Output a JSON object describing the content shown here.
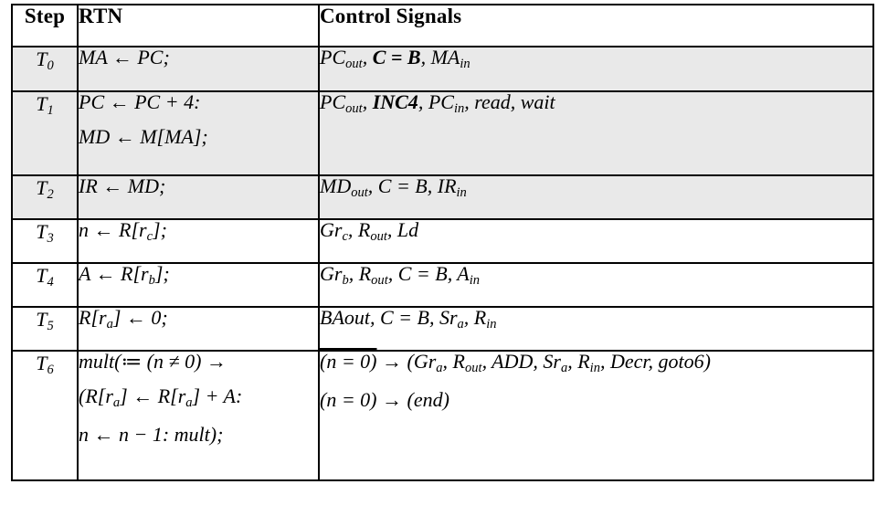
{
  "table": {
    "headers": {
      "step": "Step",
      "rtn": "RTN",
      "control": "Control Signals"
    },
    "rows": [
      {
        "id": "t0",
        "shaded": true,
        "step_base": "T",
        "step_sub": "0",
        "rtn_lines": [
          [
            {
              "t": "MA ← PC;",
              "style": "plain"
            }
          ]
        ],
        "ctrl_lines": [
          [
            {
              "t": "PC",
              "style": "plain"
            },
            {
              "t": "out",
              "style": "sub"
            },
            {
              "t": ", ",
              "style": "plain"
            },
            {
              "t": "C = B",
              "style": "bold"
            },
            {
              "t": ", MA",
              "style": "plain"
            },
            {
              "t": "in",
              "style": "sub"
            }
          ]
        ]
      },
      {
        "id": "t1",
        "shaded": true,
        "step_base": "T",
        "step_sub": "1",
        "rtn_lines": [
          [
            {
              "t": "PC ← PC + 4:",
              "style": "plain"
            }
          ],
          [
            {
              "t": "MD ← M[MA];",
              "style": "plain"
            }
          ]
        ],
        "ctrl_lines": [
          [
            {
              "t": "PC",
              "style": "plain"
            },
            {
              "t": "out",
              "style": "sub"
            },
            {
              "t": ", ",
              "style": "plain"
            },
            {
              "t": "INC4",
              "style": "bold"
            },
            {
              "t": ", PC",
              "style": "plain"
            },
            {
              "t": "in",
              "style": "sub"
            },
            {
              "t": ", read, wait",
              "style": "plain"
            }
          ]
        ]
      },
      {
        "id": "t2",
        "shaded": true,
        "step_base": "T",
        "step_sub": "2",
        "rtn_lines": [
          [
            {
              "t": "IR ← MD;",
              "style": "plain"
            }
          ]
        ],
        "ctrl_lines": [
          [
            {
              "t": "MD",
              "style": "plain"
            },
            {
              "t": "out",
              "style": "sub"
            },
            {
              "t": ", C = B, IR",
              "style": "plain"
            },
            {
              "t": "in",
              "style": "sub"
            }
          ]
        ]
      },
      {
        "id": "t3",
        "shaded": false,
        "step_base": "T",
        "step_sub": "3",
        "rtn_lines": [
          [
            {
              "t": "n ← R[r",
              "style": "plain"
            },
            {
              "t": "c",
              "style": "sub"
            },
            {
              "t": "];",
              "style": "plain"
            }
          ]
        ],
        "ctrl_lines": [
          [
            {
              "t": "Gr",
              "style": "plain"
            },
            {
              "t": "c",
              "style": "sub"
            },
            {
              "t": ", R",
              "style": "plain"
            },
            {
              "t": "out",
              "style": "sub"
            },
            {
              "t": ", Ld",
              "style": "plain"
            }
          ]
        ]
      },
      {
        "id": "t4",
        "shaded": false,
        "step_base": "T",
        "step_sub": "4",
        "rtn_lines": [
          [
            {
              "t": "A ← R[r",
              "style": "plain"
            },
            {
              "t": "b",
              "style": "sub"
            },
            {
              "t": "];",
              "style": "plain"
            }
          ]
        ],
        "ctrl_lines": [
          [
            {
              "t": "Gr",
              "style": "plain"
            },
            {
              "t": "b",
              "style": "sub"
            },
            {
              "t": ", R",
              "style": "plain"
            },
            {
              "t": "out",
              "style": "sub"
            },
            {
              "t": ", C = B, A",
              "style": "plain"
            },
            {
              "t": "in",
              "style": "sub"
            }
          ]
        ]
      },
      {
        "id": "t5",
        "shaded": false,
        "step_base": "T",
        "step_sub": "5",
        "rtn_lines": [
          [
            {
              "t": "R[r",
              "style": "plain"
            },
            {
              "t": "a",
              "style": "sub"
            },
            {
              "t": "] ← 0;",
              "style": "plain"
            }
          ]
        ],
        "ctrl_lines": [
          [
            {
              "t": "BAout, C = B, Sr",
              "style": "plain"
            },
            {
              "t": "a",
              "style": "sub"
            },
            {
              "t": ", R",
              "style": "plain"
            },
            {
              "t": "in",
              "style": "sub"
            }
          ]
        ]
      },
      {
        "id": "t6",
        "shaded": false,
        "step_base": "T",
        "step_sub": "6",
        "rtn_lines": [
          [
            {
              "t": "mult(≔ (n ≠ 0) →",
              "style": "plain"
            }
          ],
          [
            {
              "t": "(R[r",
              "style": "plain"
            },
            {
              "t": "a",
              "style": "sub"
            },
            {
              "t": "] ← R[r",
              "style": "plain"
            },
            {
              "t": "a",
              "style": "sub"
            },
            {
              "t": "] + A:",
              "style": "plain"
            }
          ],
          [
            {
              "t": "n ← n − 1: mult);",
              "style": "plain"
            }
          ]
        ],
        "ctrl_lines": [
          [
            {
              "t": "(n = 0)",
              "style": "overline"
            },
            {
              "t": " → (Gr",
              "style": "plain"
            },
            {
              "t": "a",
              "style": "sub"
            },
            {
              "t": ", R",
              "style": "plain"
            },
            {
              "t": "out",
              "style": "sub"
            },
            {
              "t": ", ADD, Sr",
              "style": "plain"
            },
            {
              "t": "a",
              "style": "sub"
            },
            {
              "t": ", R",
              "style": "plain"
            },
            {
              "t": "in",
              "style": "sub"
            },
            {
              "t": ", Decr, goto6)",
              "style": "plain"
            }
          ],
          [
            {
              "t": "(n = 0) → (end)",
              "style": "plain"
            }
          ]
        ]
      }
    ]
  },
  "colors": {
    "shaded_row_bg": "#e9e9e9",
    "page_bg": "#ffffff",
    "border": "#000000",
    "text": "#000000"
  }
}
